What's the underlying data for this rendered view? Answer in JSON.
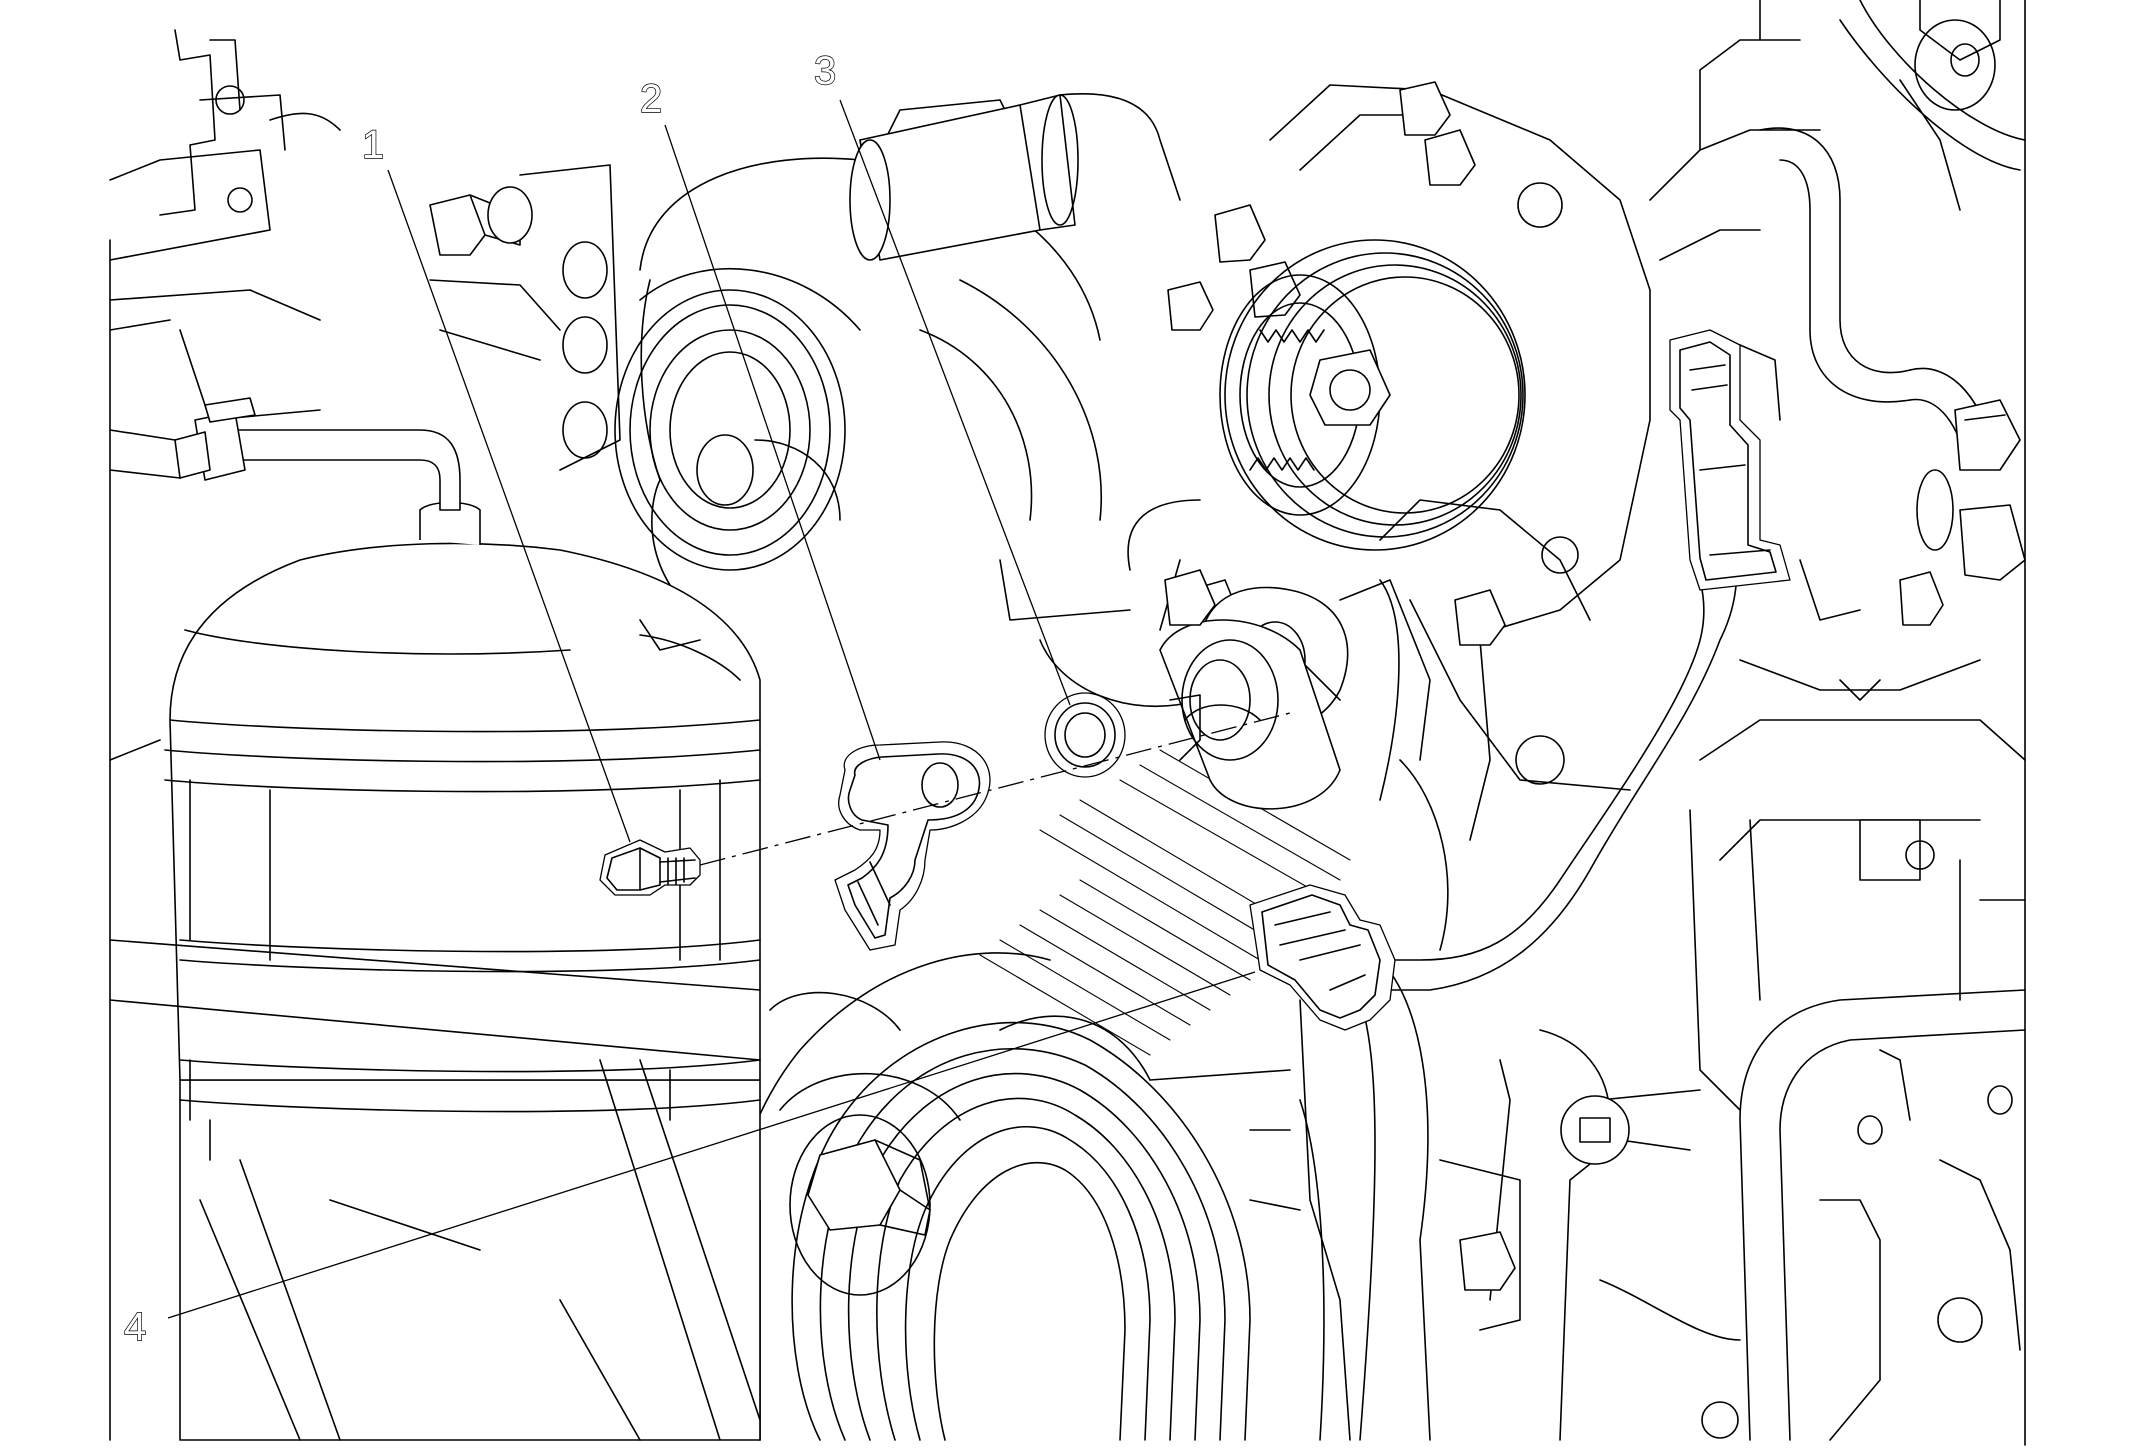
{
  "callouts": [
    {
      "id": "1",
      "text": "1",
      "part": "bolt"
    },
    {
      "id": "2",
      "text": "2",
      "part": "bracket"
    },
    {
      "id": "3",
      "text": "3",
      "part": "washer"
    },
    {
      "id": "4",
      "text": "4",
      "part": "connector"
    }
  ],
  "colors": {
    "line": "#000000",
    "background": "#ffffff"
  }
}
